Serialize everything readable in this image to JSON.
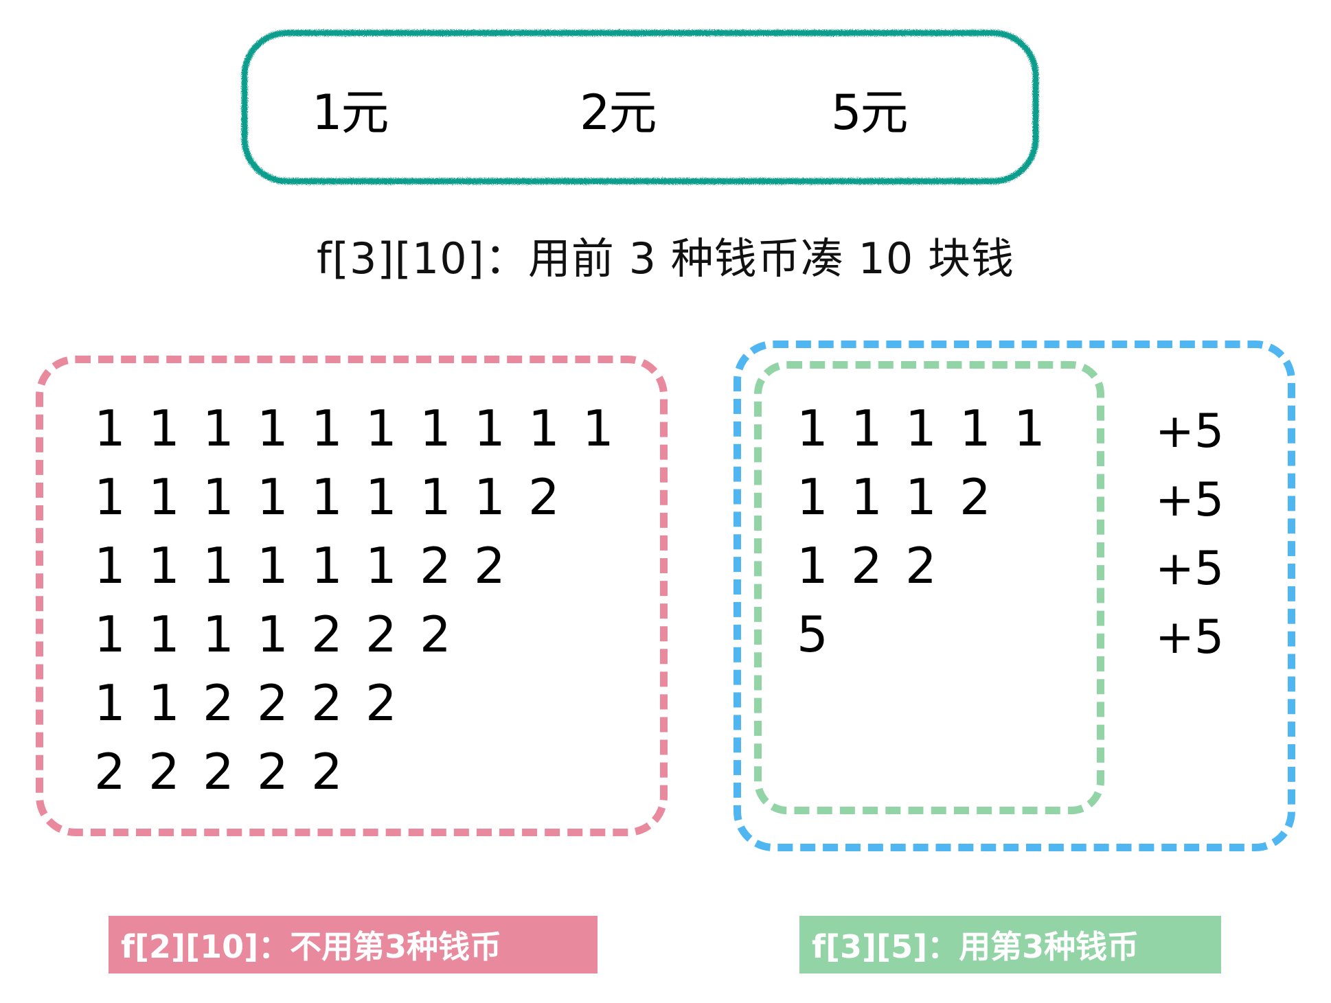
{
  "coin_box": {
    "coins": [
      "1元",
      "2元",
      "5元"
    ],
    "border_color": "#0d9d8d"
  },
  "title": "f[3][10]：用前 3 种钱币凑 10 块钱",
  "left_panel": {
    "border_color": "#e8899e",
    "rows": [
      [
        "1",
        "1",
        "1",
        "1",
        "1",
        "1",
        "1",
        "1",
        "1",
        "1"
      ],
      [
        "1",
        "1",
        "1",
        "1",
        "1",
        "1",
        "1",
        "1",
        "2"
      ],
      [
        "1",
        "1",
        "1",
        "1",
        "1",
        "1",
        "2",
        "2"
      ],
      [
        "1",
        "1",
        "1",
        "1",
        "2",
        "2",
        "2"
      ],
      [
        "1",
        "1",
        "2",
        "2",
        "2",
        "2"
      ],
      [
        "2",
        "2",
        "2",
        "2",
        "2"
      ]
    ],
    "caption": "f[2][10]：不用第3种钱币",
    "caption_bg": "#e8899e"
  },
  "right_panel": {
    "outer_border_color": "#4fb6f2",
    "inner_border_color": "#93d4a7",
    "rows": [
      [
        "1",
        "1",
        "1",
        "1",
        "1"
      ],
      [
        "1",
        "1",
        "1",
        "2"
      ],
      [
        "1",
        "2",
        "2"
      ],
      [
        "5"
      ]
    ],
    "addends": [
      "+5",
      "+5",
      "+5",
      "+5"
    ],
    "caption": "f[3][5]：用第3种钱币",
    "caption_bg": "#93d4a7"
  }
}
